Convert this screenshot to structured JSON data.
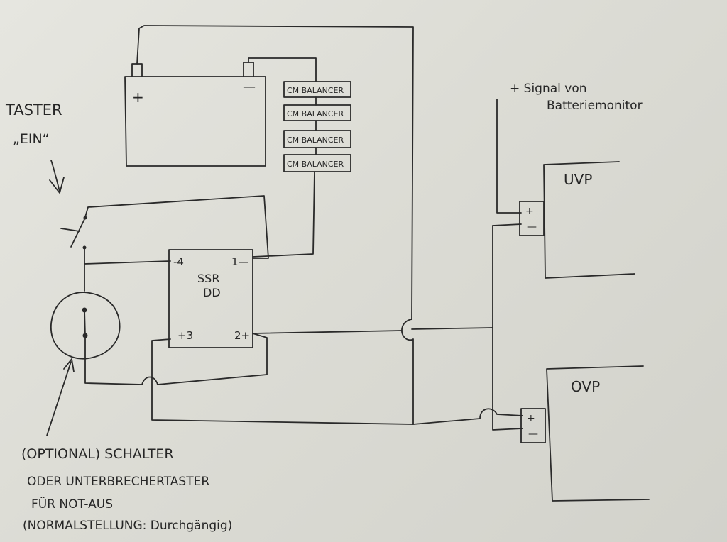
{
  "labels": {
    "taster": "TASTER",
    "ein": "„EIN“",
    "battery_plus": "+",
    "battery_minus": "—",
    "balancers": [
      "CM BALANCER",
      "CM BALANCER",
      "CM BALANCER",
      "CM BALANCER"
    ],
    "ssr_name": "SSR",
    "ssr_type": "DD",
    "ssr_pin4": "-4",
    "ssr_pin1": "1—",
    "ssr_pin3": "+3",
    "ssr_pin2": "2+",
    "signal_line1": "+ Signal von",
    "signal_line2": "Batteriemonitor",
    "uvp": "UVP",
    "ovp": "OVP",
    "uvp_plus": "+",
    "uvp_minus": "—",
    "ovp_plus": "+",
    "ovp_minus": "—",
    "note_line1": "(OPTIONAL) SCHALTER",
    "note_line2": "ODER UNTERBRECHERTASTER",
    "note_line3": "FÜR NOT-AUS",
    "note_line4": "(NORMALSTELLUNG: Durchgängig)"
  },
  "colors": {
    "ink": "#2a2a2a",
    "paper": "#e2e2dc"
  }
}
